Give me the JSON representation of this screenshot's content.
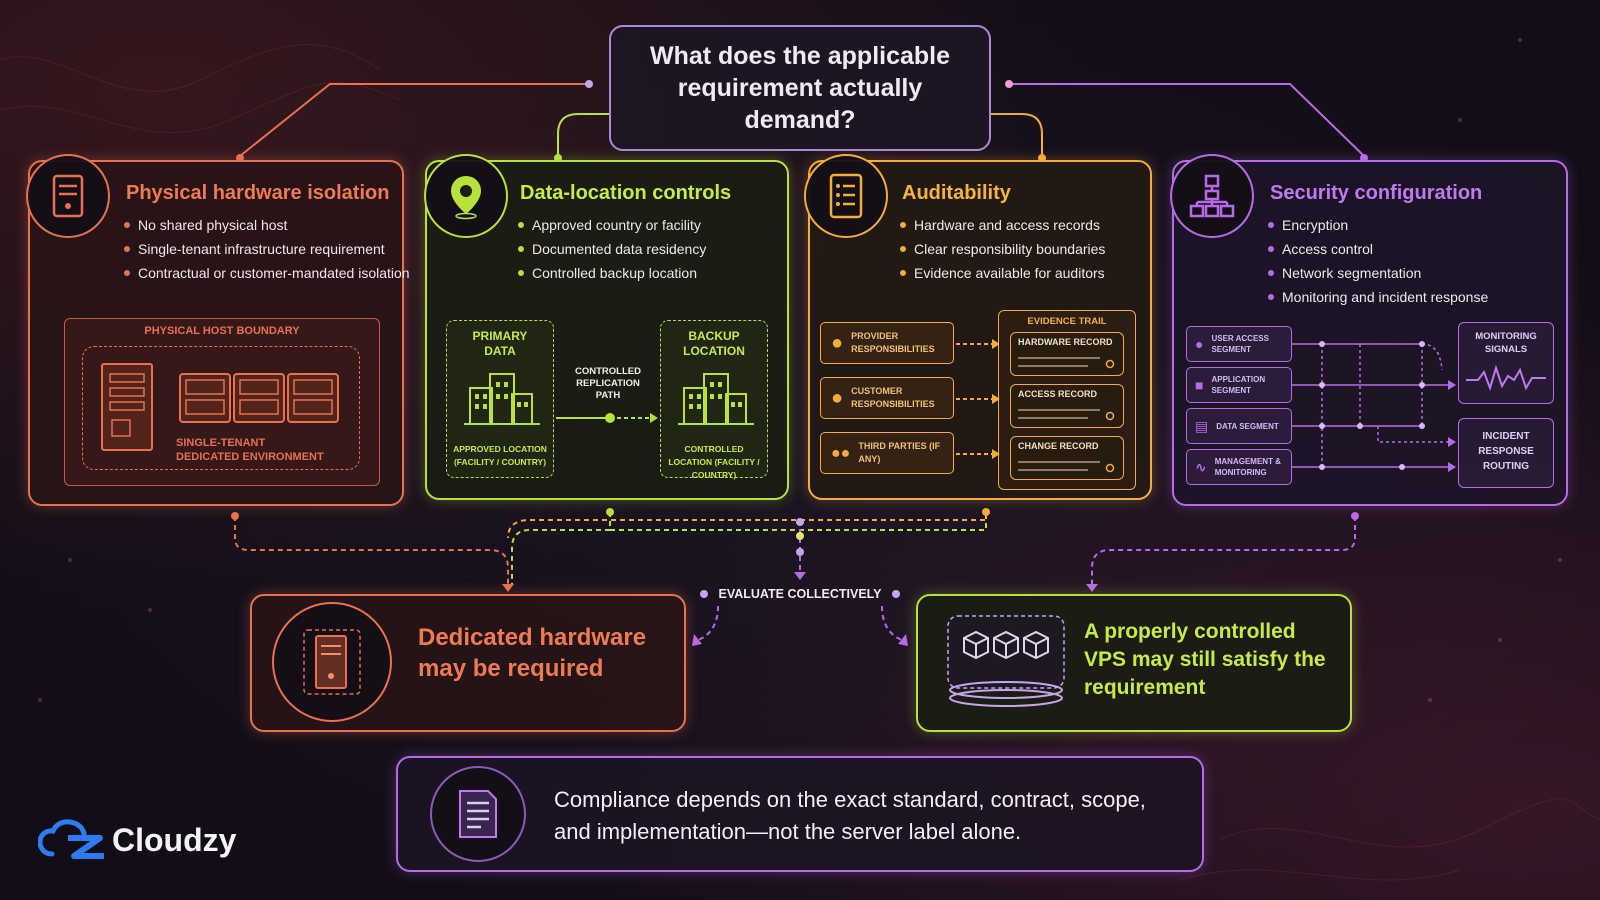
{
  "question": "What does the applicable requirement actually demand?",
  "panels": {
    "hardware": {
      "title": "Physical hardware isolation",
      "bullets": [
        "No shared physical host",
        "Single-tenant infrastructure requirement",
        "Contractual or customer-mandated isolation"
      ],
      "boundary_label": "Physical host boundary",
      "env_label": "Single-tenant dedicated environment",
      "icon": "server-icon",
      "color": "#e8714f"
    },
    "location": {
      "title": "Data-location controls",
      "bullets": [
        "Approved country or facility",
        "Documented data residency",
        "Controlled backup location"
      ],
      "primary_label": "Primary data",
      "primary_sub": "Approved location (facility / country)",
      "backup_label": "Backup location",
      "backup_sub": "Controlled location (facility / country)",
      "path_label": "Controlled replication path",
      "icon": "location-pin-icon",
      "color": "#b6e23a"
    },
    "audit": {
      "title": "Auditability",
      "bullets": [
        "Hardware and access records",
        "Clear responsibility boundaries",
        "Evidence available for auditors"
      ],
      "parties": [
        "Provider responsibilities",
        "Customer responsibilities",
        "Third parties (if any)"
      ],
      "evidence_title": "Evidence trail",
      "records": [
        "Hardware record",
        "Access record",
        "Change record"
      ],
      "icon": "document-list-icon",
      "color": "#f2ad3c"
    },
    "security": {
      "title": "Security configuration",
      "bullets": [
        "Encryption",
        "Access control",
        "Network segmentation",
        "Monitoring and incident response"
      ],
      "segments": [
        "User access segment",
        "Application segment",
        "Data segment",
        "Management & monitoring"
      ],
      "monitoring_label": "Monitoring signals",
      "incident_label": "Incident response routing",
      "icon": "hierarchy-icon",
      "color": "#b86be8"
    }
  },
  "evaluate_label": "Evaluate collectively",
  "outcomes": {
    "dedicated": "Dedicated hardware may be required",
    "vps": "A properly controlled VPS may still satisfy the requirement"
  },
  "footer_note": "Compliance depends on the exact standard, contract, scope, and implementation—not the server label alone.",
  "brand": "Cloudzy",
  "colors": {
    "orange": "#e8714f",
    "green": "#b6e23a",
    "yellow": "#f2ad3c",
    "purple": "#b86be8",
    "brand_blue": "#2f7cf0"
  }
}
